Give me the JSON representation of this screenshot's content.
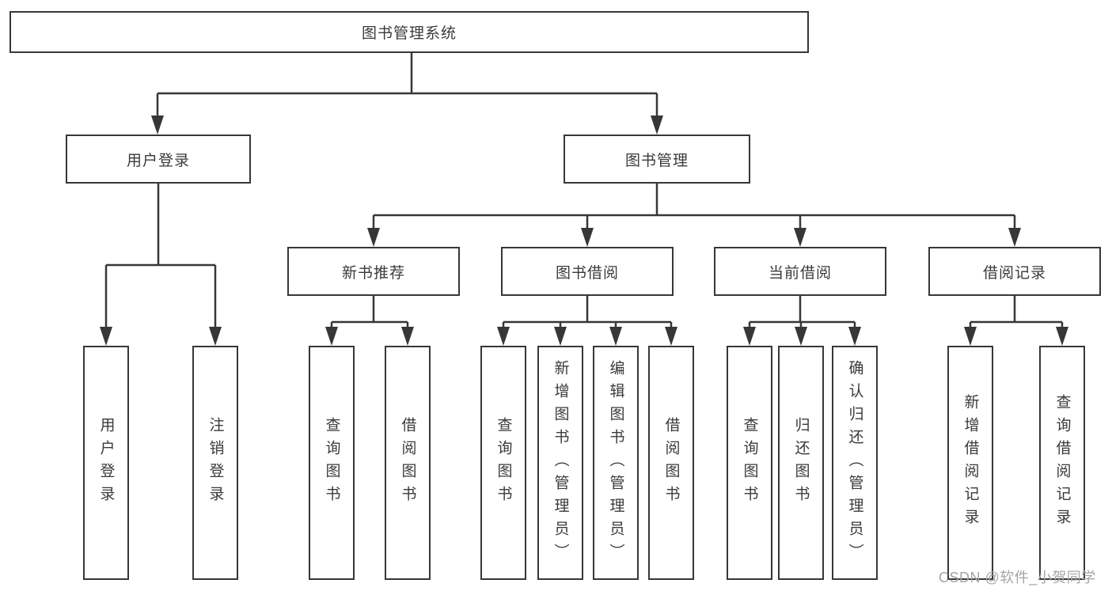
{
  "diagram": {
    "type": "hierarchy-tree",
    "nodes": {
      "root": "图书管理系统",
      "l2": [
        "用户登录",
        "图书管理"
      ],
      "l3": [
        "新书推荐",
        "图书借阅",
        "当前借阅",
        "借阅记录"
      ],
      "leaves": [
        "用户登录",
        "注销登录",
        "查询图书",
        "借阅图书",
        "查询图书",
        "新增图书（管理员）",
        "编辑图书（管理员）",
        "借阅图书",
        "查询图书",
        "归还图书",
        "确认归还（管理员）",
        "新增借阅记录",
        "查询借阅记录"
      ]
    },
    "hierarchy": {
      "图书管理系统": {
        "用户登录": [
          "用户登录",
          "注销登录"
        ],
        "图书管理": {
          "新书推荐": [
            "查询图书",
            "借阅图书"
          ],
          "图书借阅": [
            "查询图书",
            "新增图书（管理员）",
            "编辑图书（管理员）",
            "借阅图书"
          ],
          "当前借阅": [
            "查询图书",
            "归还图书",
            "确认归还（管理员）"
          ],
          "借阅记录": [
            "新增借阅记录",
            "查询借阅记录"
          ]
        }
      }
    },
    "colors": {
      "line": "#373737",
      "text": "#3a3a3a",
      "box_fill": "#ffffff",
      "background": "#ffffff",
      "watermark": "#a5a5a5"
    },
    "watermark": "CSDN @软件_小贺同学"
  }
}
